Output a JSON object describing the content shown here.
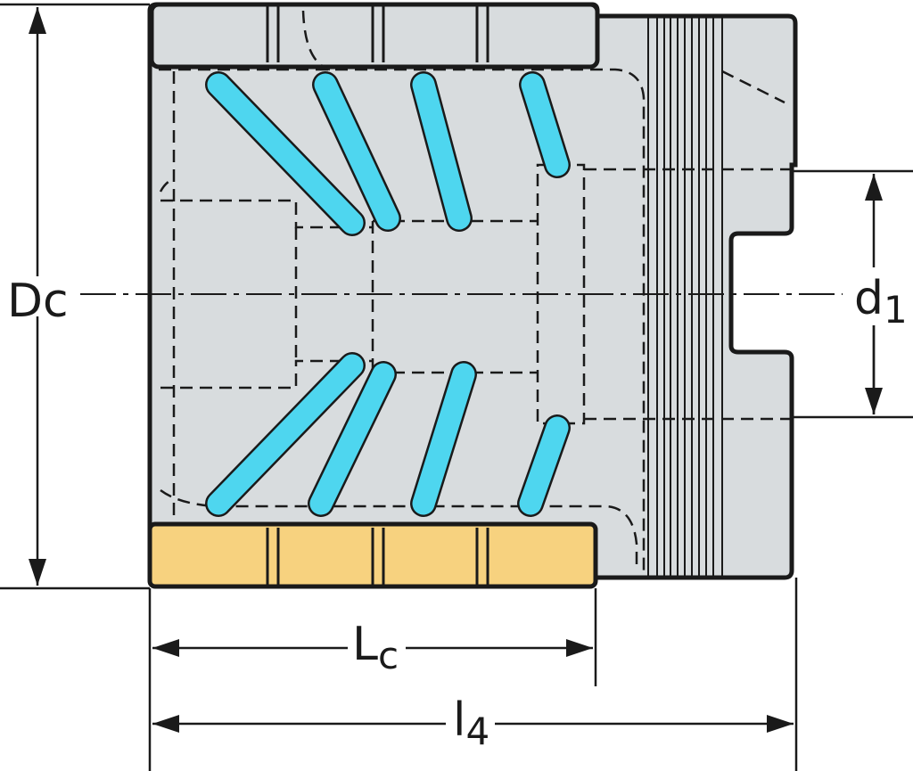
{
  "labels": {
    "dc": {
      "main": "D",
      "sub": "c"
    },
    "d1": {
      "main": "d",
      "sub": "1"
    },
    "lc": {
      "main": "L",
      "sub": "c"
    },
    "l4": {
      "main": "l",
      "sub": "4"
    }
  },
  "colors": {
    "body": "#d8dcde",
    "coolant": "#4ed6ef",
    "insert": "#f7d27f",
    "outline": "#1a1a1a"
  }
}
